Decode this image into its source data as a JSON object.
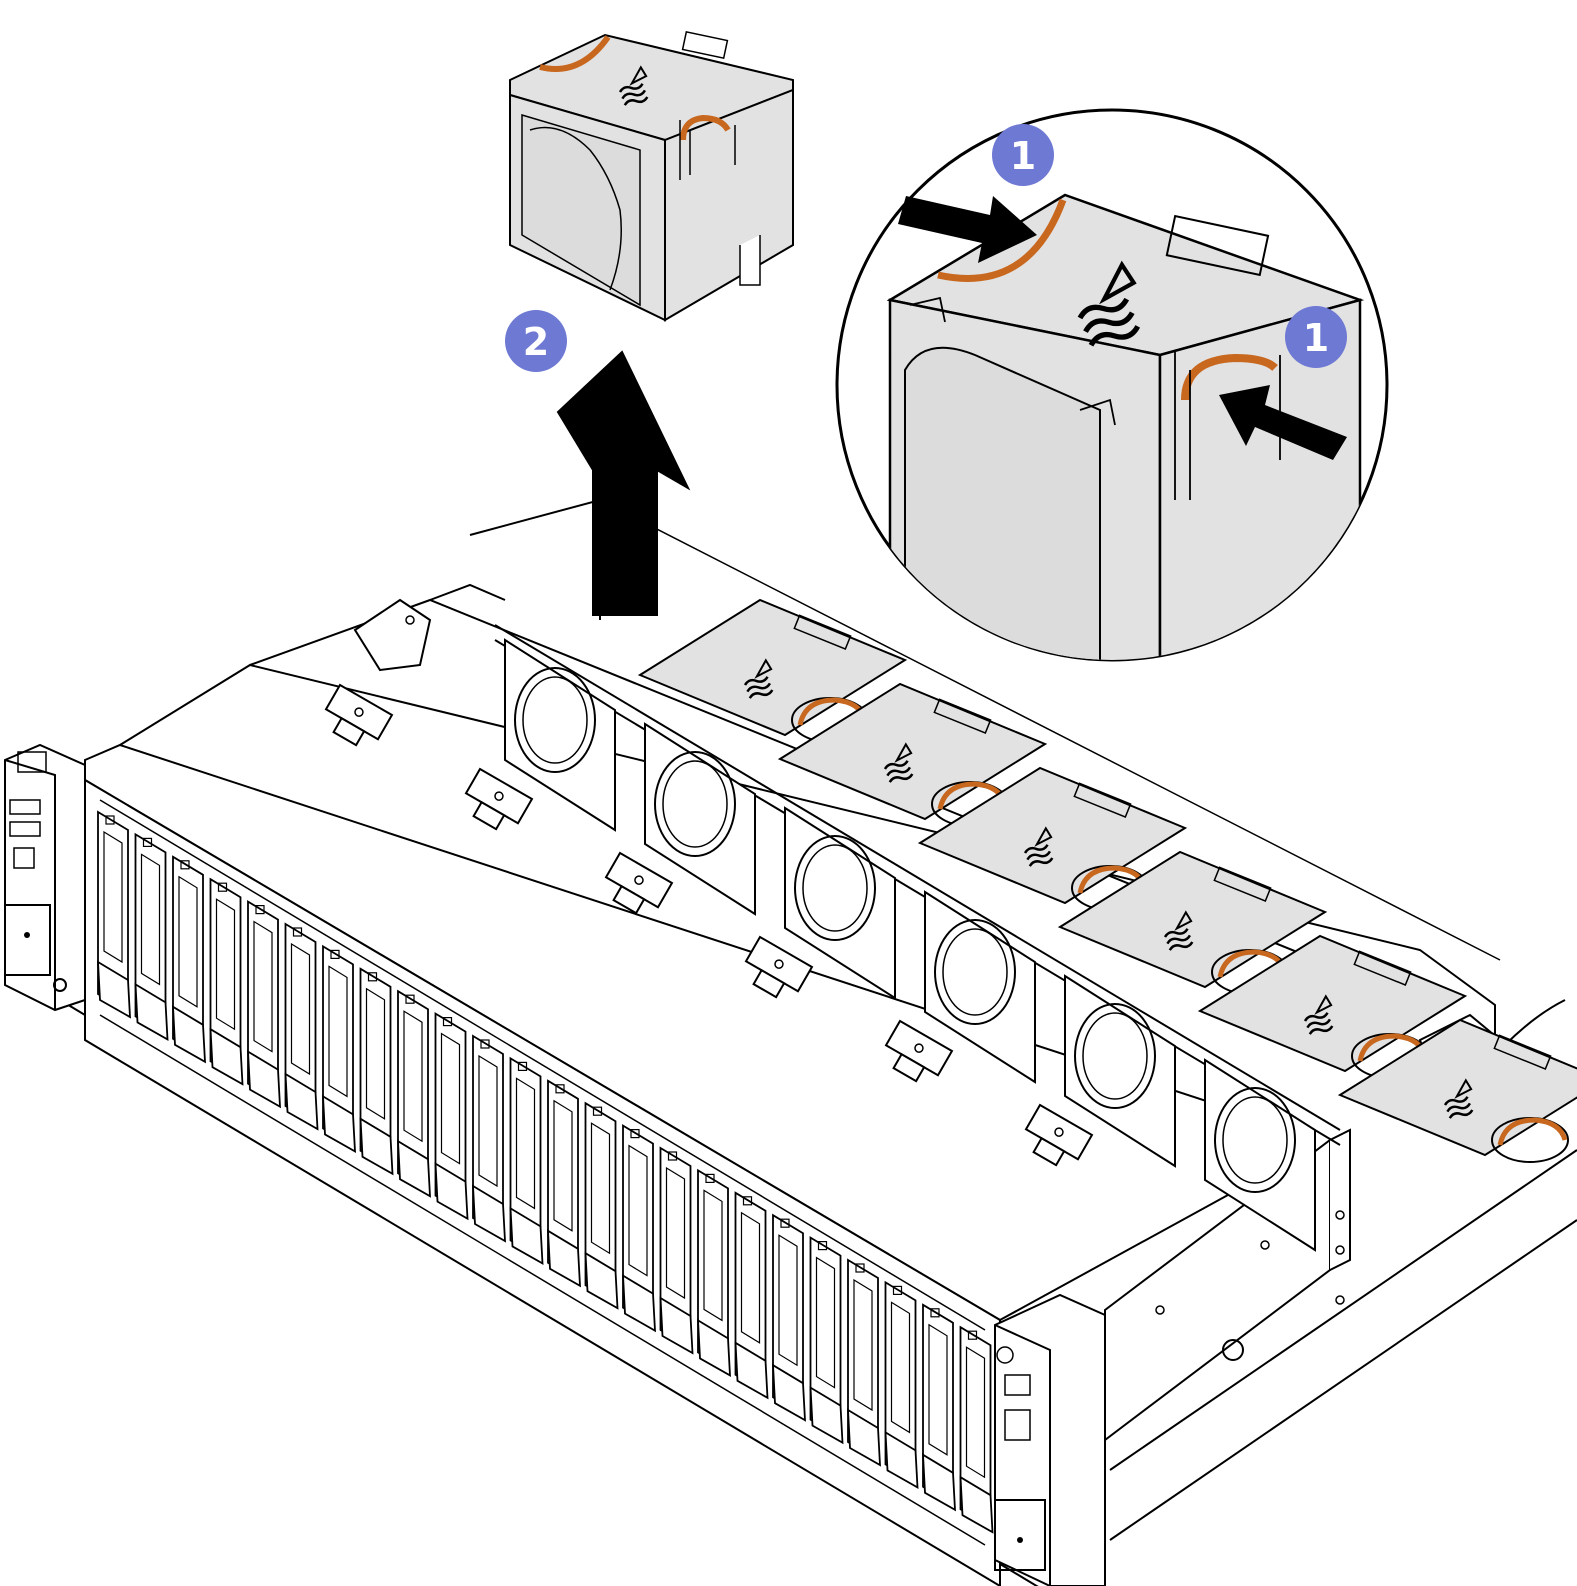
{
  "steps": {
    "step1_top": "1",
    "step1_side": "1",
    "step2": "2"
  },
  "colors": {
    "background": "#ffffff",
    "line": "#000000",
    "fan_gray": "#e2e2e2",
    "orange_release_tab": "#c8671e",
    "step_badge": "#6e79d4",
    "arrow": "#000000"
  },
  "icons": {
    "arrow_up": "arrow-up-icon",
    "arrow_press": "press-arrow-icon",
    "airflow": "airflow-icon"
  }
}
